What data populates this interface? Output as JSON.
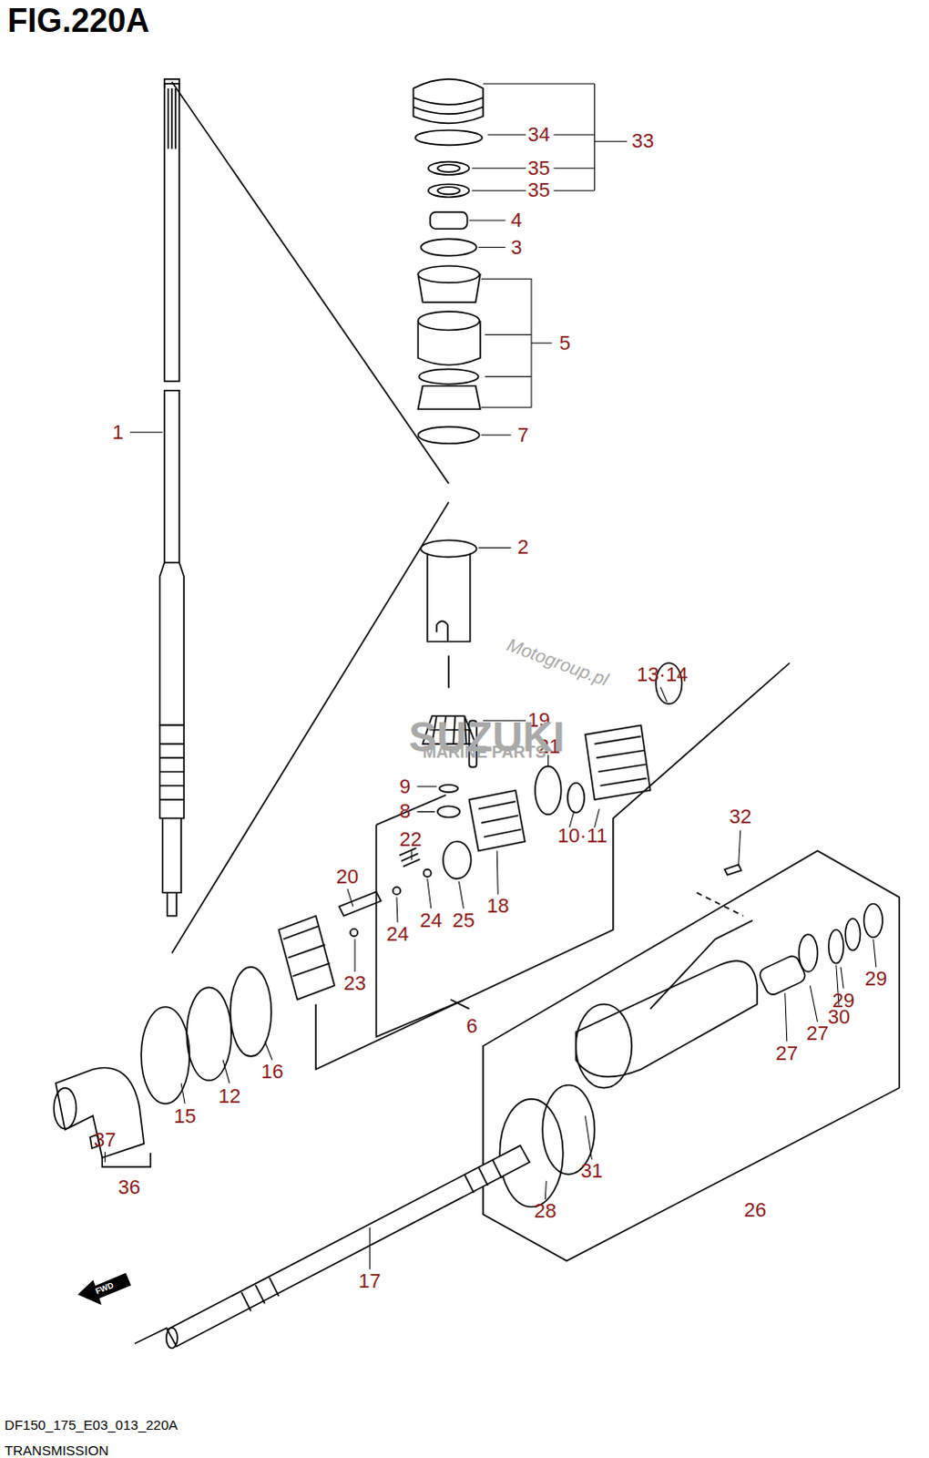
{
  "diagram": {
    "title": "FIG.220A",
    "labels": [
      "34",
      "33",
      "35",
      "35",
      "4",
      "3",
      "5",
      "7",
      "1",
      "2",
      "13·14",
      "19",
      "21",
      "9",
      "8",
      "10·11",
      "22",
      "32",
      "20",
      "24",
      "24",
      "25",
      "18",
      "23",
      "6",
      "16",
      "12",
      "15",
      "37",
      "36",
      "29",
      "29",
      "30",
      "27",
      "27",
      "28",
      "31",
      "26",
      "17",
      "FWD",
      "Motogroup.pl",
      "SUZUKI",
      "MARINE PARTS",
      "DF150_175_E03_013_220A",
      "TRANSMISSION"
    ]
  }
}
